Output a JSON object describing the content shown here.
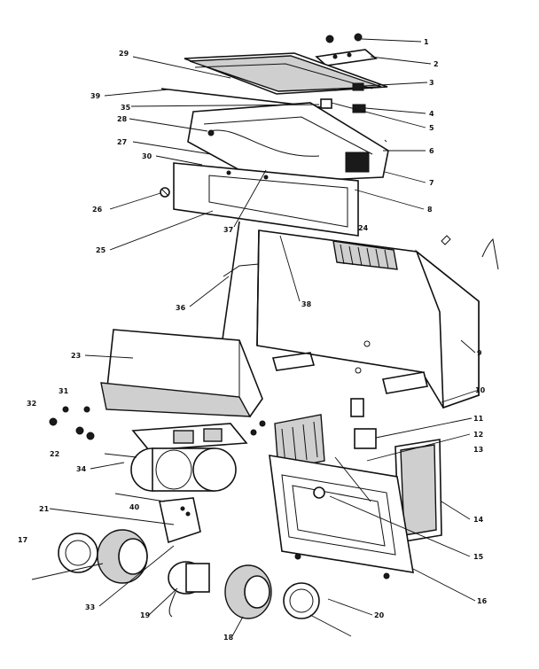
{
  "callouts": [
    {
      "id": "c1",
      "text": "1"
    },
    {
      "id": "c2",
      "text": "2"
    },
    {
      "id": "c3",
      "text": "3"
    },
    {
      "id": "c4",
      "text": "4"
    },
    {
      "id": "c5",
      "text": "5"
    },
    {
      "id": "c6",
      "text": "6"
    },
    {
      "id": "c7",
      "text": "7"
    },
    {
      "id": "c8",
      "text": "8"
    },
    {
      "id": "c9",
      "text": "9"
    },
    {
      "id": "c10",
      "text": "10"
    },
    {
      "id": "c11",
      "text": "11"
    },
    {
      "id": "c12",
      "text": "12"
    },
    {
      "id": "c13",
      "text": "13"
    },
    {
      "id": "c14",
      "text": "14"
    },
    {
      "id": "c15",
      "text": "15"
    },
    {
      "id": "c16",
      "text": "16"
    },
    {
      "id": "c17",
      "text": "17"
    },
    {
      "id": "c18",
      "text": "18"
    },
    {
      "id": "c19",
      "text": "19"
    },
    {
      "id": "c20",
      "text": "20"
    },
    {
      "id": "c21",
      "text": "21"
    },
    {
      "id": "c22",
      "text": "22"
    },
    {
      "id": "c23",
      "text": "23"
    },
    {
      "id": "c24",
      "text": "24"
    },
    {
      "id": "c25",
      "text": "25"
    },
    {
      "id": "c26",
      "text": "26"
    },
    {
      "id": "c27",
      "text": "27"
    },
    {
      "id": "c28",
      "text": "28"
    },
    {
      "id": "c29",
      "text": "29"
    },
    {
      "id": "c30",
      "text": "30"
    },
    {
      "id": "c31",
      "text": "31"
    },
    {
      "id": "c32",
      "text": "32"
    },
    {
      "id": "c33",
      "text": "33"
    },
    {
      "id": "c34",
      "text": "34"
    },
    {
      "id": "c35",
      "text": "35"
    },
    {
      "id": "c36",
      "text": "36"
    },
    {
      "id": "c37",
      "text": "37"
    },
    {
      "id": "c38",
      "text": "38"
    },
    {
      "id": "c39",
      "text": "39"
    },
    {
      "id": "c40",
      "text": "40"
    }
  ]
}
